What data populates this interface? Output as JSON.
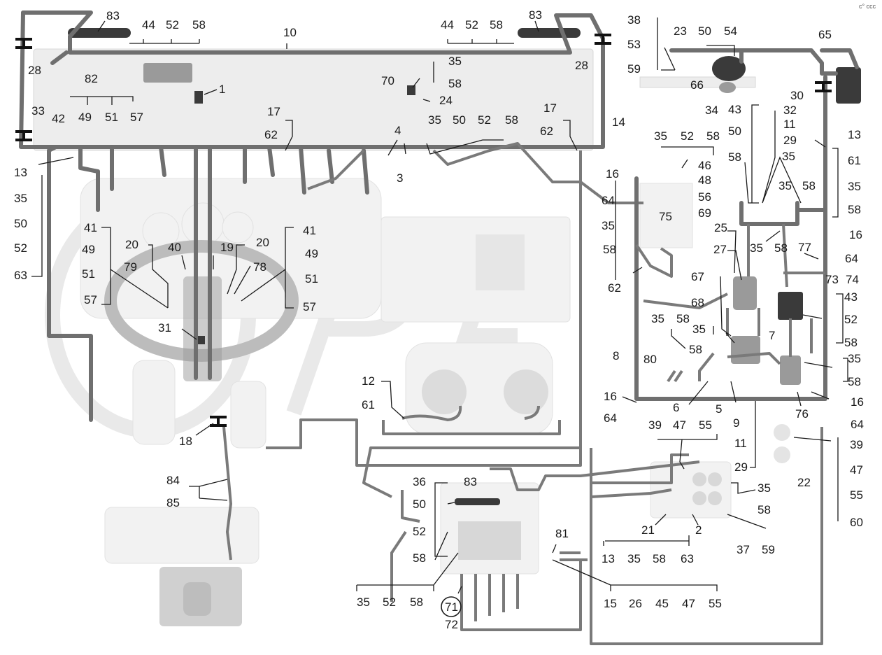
{
  "corner_code": "c° ccc",
  "callouts": {
    "c83a": "83",
    "c44a": "44",
    "c52a": "52",
    "c58a": "58",
    "c10": "10",
    "c44b": "44",
    "c52b": "52",
    "c58b": "58",
    "c83b": "83",
    "c28a": "28",
    "c28b": "28",
    "c82": "82",
    "c42": "42",
    "c49a": "49",
    "c51a": "51",
    "c57a": "57",
    "c1": "1",
    "c33": "33",
    "c70": "70",
    "c35a": "35",
    "c58c": "58",
    "c24": "24",
    "c17a": "17",
    "c62a": "62",
    "c4": "4",
    "c3": "3",
    "c35b": "35",
    "c50a": "50",
    "c52c": "52",
    "c58d": "58",
    "c17b": "17",
    "c62b": "62",
    "c38": "38",
    "c53": "53",
    "c59a": "59",
    "c23": "23",
    "c50b": "50",
    "c54": "54",
    "c66": "66",
    "c34": "34",
    "c65": "65",
    "c30": "30",
    "c14": "14",
    "c43a": "43",
    "c50c": "50",
    "c58e": "58",
    "c32": "32",
    "c11a": "11",
    "c29a": "29",
    "c35c": "35",
    "c13a": "13",
    "c61a": "61",
    "c35d": "35",
    "c58f": "58",
    "c35e": "35",
    "c52d": "52",
    "c58g": "58",
    "c46": "46",
    "c48": "48",
    "c56": "56",
    "c69": "69",
    "c35f": "35",
    "c58h": "58",
    "c16a": "16",
    "c64a": "64",
    "c35g": "35",
    "c75": "75",
    "c58i": "58",
    "c62c": "62",
    "c25": "25",
    "c27": "27",
    "c67": "67",
    "c68": "68",
    "c35h": "35",
    "c58j": "58",
    "c77": "77",
    "c16b": "16",
    "c64b": "64",
    "c73": "73",
    "c74": "74",
    "c43b": "43",
    "c52e": "52",
    "c58k": "58",
    "c7": "7",
    "c35i": "35",
    "c58l": "58",
    "c35j": "35",
    "c58m": "58",
    "c8": "8",
    "c80": "80",
    "c35k": "35",
    "c58n": "58",
    "c16c": "16",
    "c64c": "64",
    "c6": "6",
    "c5": "5",
    "c9": "9",
    "c76": "76",
    "c16d": "16",
    "c64d": "64",
    "c39a": "39",
    "c47a": "47",
    "c55a": "55",
    "c11b": "11",
    "c29b": "29",
    "c39b": "39",
    "c47b": "47",
    "c22": "22",
    "c55b": "55",
    "c60": "60",
    "c35l": "35",
    "c58o": "58",
    "c21": "21",
    "c2": "2",
    "c37": "37",
    "c59b": "59",
    "c13b": "13",
    "c35m": "35",
    "c58p": "58",
    "c63a": "63",
    "c15": "15",
    "c26": "26",
    "c45": "45",
    "c47c": "47",
    "c55c": "55",
    "c81": "81",
    "c36": "36",
    "c83c": "83",
    "c50d": "50",
    "c52f": "52",
    "c58q": "58",
    "c35n": "35",
    "c52g": "52",
    "c58r": "58",
    "c71": "71",
    "c72": "72",
    "c12": "12",
    "c61b": "61",
    "c84": "84",
    "c85": "85",
    "c18": "18",
    "c13c": "13",
    "c35o": "35",
    "c50e": "50",
    "c52h": "52",
    "c63b": "63",
    "c41a": "41",
    "c49b": "49",
    "c51b": "51",
    "c57b": "57",
    "c20a": "20",
    "c79": "79",
    "c40": "40",
    "c19": "19",
    "c20b": "20",
    "c78": "78",
    "c31": "31",
    "c41b": "41",
    "c49c": "49",
    "c51c": "51",
    "c57c": "57"
  }
}
